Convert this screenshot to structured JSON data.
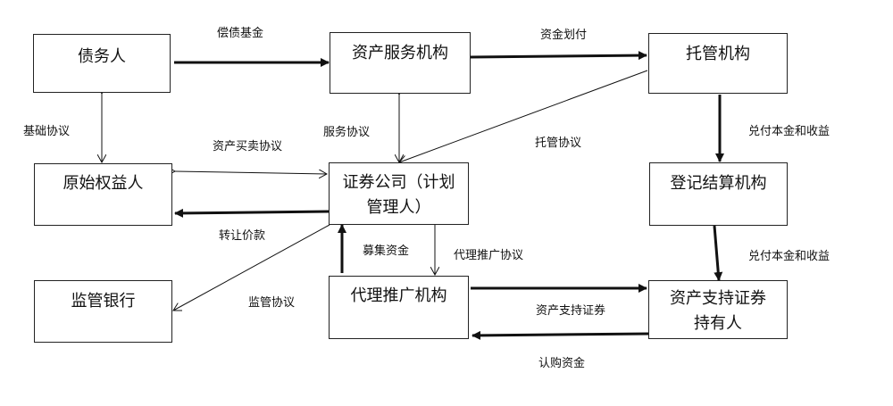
{
  "nodes": {
    "debtor": "债务人",
    "servicer": "资产服务机构",
    "custodian": "托管机构",
    "originator": "原始权益人",
    "securities_company": "证券公司（计划管理人）",
    "registrar": "登记结算机构",
    "supervisory_bank": "监管银行",
    "agent": "代理推广机构",
    "abs_holder": "资产支持证券持有人"
  },
  "labels": {
    "repayment_fund": "偿债基金",
    "fund_transfer": "资金划付",
    "basic_agreement": "基础协议",
    "service_agreement": "服务协议",
    "asset_purchase_agreement": "资产买卖协议",
    "custody_agreement": "托管协议",
    "pay_principal_income_1": "兑付本金和收益",
    "transfer_price": "转让价款",
    "raise_funds": "募集资金",
    "agency_promotion_agreement": "代理推广协议",
    "pay_principal_income_2": "兑付本金和收益",
    "supervision_agreement": "监管协议",
    "abs": "资产支持证券",
    "subscription_funds": "认购资金"
  }
}
